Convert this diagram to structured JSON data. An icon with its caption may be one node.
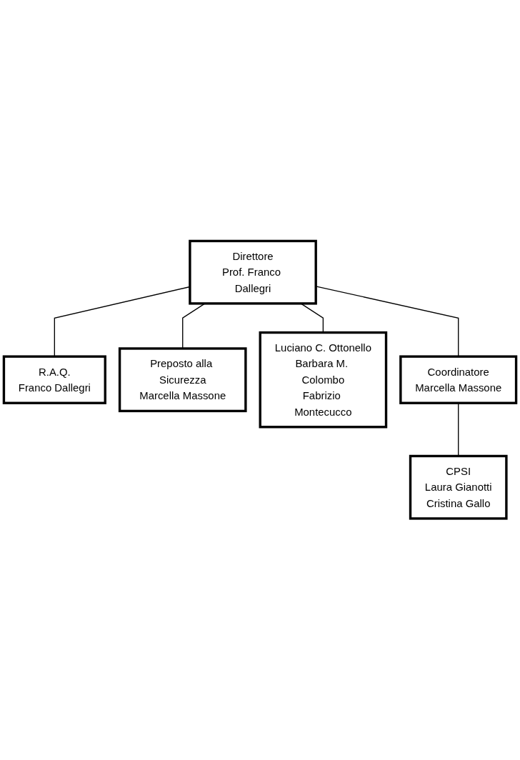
{
  "diagram": {
    "nodes": [
      {
        "text": [
          "Direttore",
          "Prof. Franco Dallegri"
        ]
      },
      {
        "text": [
          "R.A.Q.",
          "Franco Dallegri"
        ]
      },
      {
        "text": [
          "Preposto alla Sicurezza",
          "Marcella Massone"
        ]
      },
      {
        "text": [
          "Luciano C. Ottonello",
          "Barbara M. Colombo",
          "Fabrizio Montecucco"
        ]
      },
      {
        "text": [
          "Coordinatore",
          "Marcella Massone"
        ]
      },
      {
        "text": [
          "CPSI",
          "Laura Gianotti",
          "Cristina Gallo"
        ]
      }
    ],
    "edges": [
      {
        "from": 0,
        "to": 1,
        "arrow": "none"
      },
      {
        "from": 0,
        "to": 2,
        "arrow": "none"
      },
      {
        "from": 0,
        "to": 3,
        "arrow": "none"
      },
      {
        "from": 0,
        "to": 4,
        "arrow": "none"
      },
      {
        "from": 4,
        "to": 5,
        "arrow": "none"
      }
    ]
  }
}
